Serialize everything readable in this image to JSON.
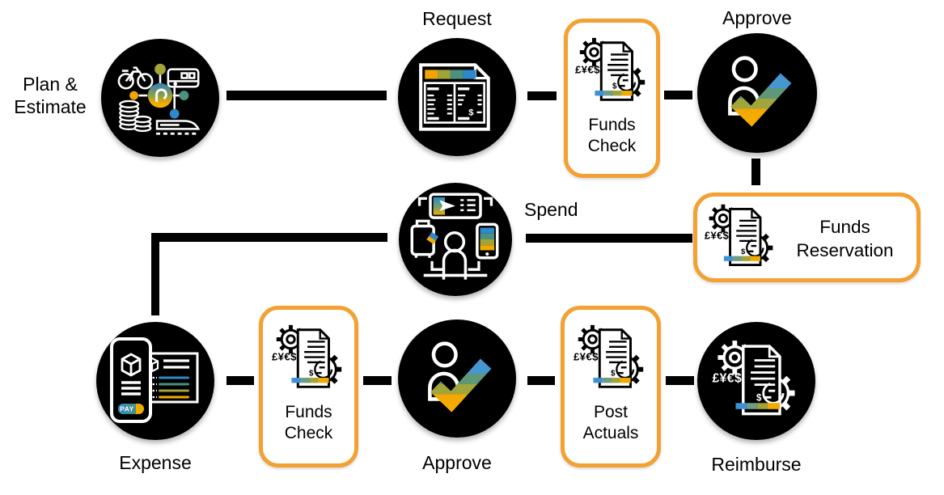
{
  "palette": {
    "accent_orange": "#F2A132",
    "node_black": "#000000",
    "blue": "#2E88C9",
    "teal": "#4A917F",
    "olive": "#A2A339",
    "gold": "#F0AB00",
    "orange": "#F0A500"
  },
  "labels": {
    "plan": "Plan & Estimate",
    "request": "Request",
    "funds_check": "Funds Check",
    "approve": "Approve",
    "funds_reservation": "Funds Reservation",
    "spend": "Spend",
    "expense": "Expense",
    "post_actuals": "Post Actuals",
    "reimburse": "Reimburse"
  },
  "icon_text": {
    "currencies": "£¥€$",
    "dollar": "$",
    "pay": "PAY"
  },
  "edges": [
    {
      "from": "Plan & Estimate",
      "to": "Request",
      "style": "solid"
    },
    {
      "from": "Request",
      "to": "Funds Check",
      "style": "dash"
    },
    {
      "from": "Funds Check",
      "to": "Approve",
      "style": "dash"
    },
    {
      "from": "Approve",
      "to": "Funds Reservation",
      "style": "dash"
    },
    {
      "from": "Funds Reservation",
      "to": "Spend",
      "style": "solid"
    },
    {
      "from": "Spend",
      "to": "Expense",
      "style": "elbow"
    },
    {
      "from": "Expense",
      "to": "Funds Check",
      "style": "dash"
    },
    {
      "from": "Funds Check",
      "to": "Approve",
      "style": "dash"
    },
    {
      "from": "Approve",
      "to": "Post Actuals",
      "style": "dash"
    },
    {
      "from": "Post Actuals",
      "to": "Reimburse",
      "style": "dash"
    }
  ]
}
